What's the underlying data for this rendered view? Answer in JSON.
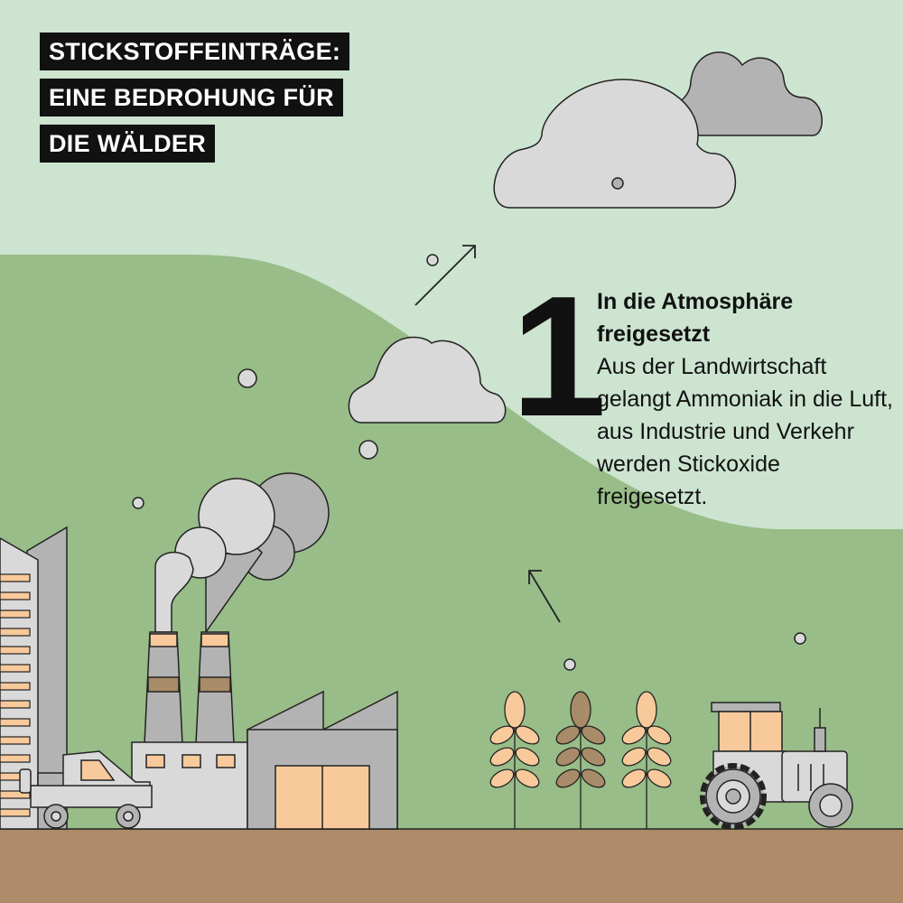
{
  "title": {
    "lines": [
      "STICKSTOFFEINTRÄGE:",
      "EINE BEDROHUNG FÜR",
      "DIE WÄLDER"
    ]
  },
  "step": {
    "number": "1",
    "heading": "In die Atmosphäre freigesetzt",
    "body": "Aus der Landwirtschaft gelangt Ammoniak in die Luft, aus Industrie und Verkehr werden Stickoxide freigesetzt."
  },
  "colors": {
    "sky": "#cce4d0",
    "hill": "#98bd88",
    "ground": "#ad8b68",
    "cloud_light": "#d9d9d9",
    "cloud_dark": "#b3b3b3",
    "accent_peach": "#f8c99b",
    "accent_brown": "#a88b68",
    "outline": "#222222"
  },
  "icons": {
    "clouds": "cloud-icon",
    "factory": "factory-icon",
    "truck": "truck-icon",
    "tractor": "tractor-icon",
    "wheat": "wheat-icon",
    "arrow": "arrow-up-right-icon"
  }
}
